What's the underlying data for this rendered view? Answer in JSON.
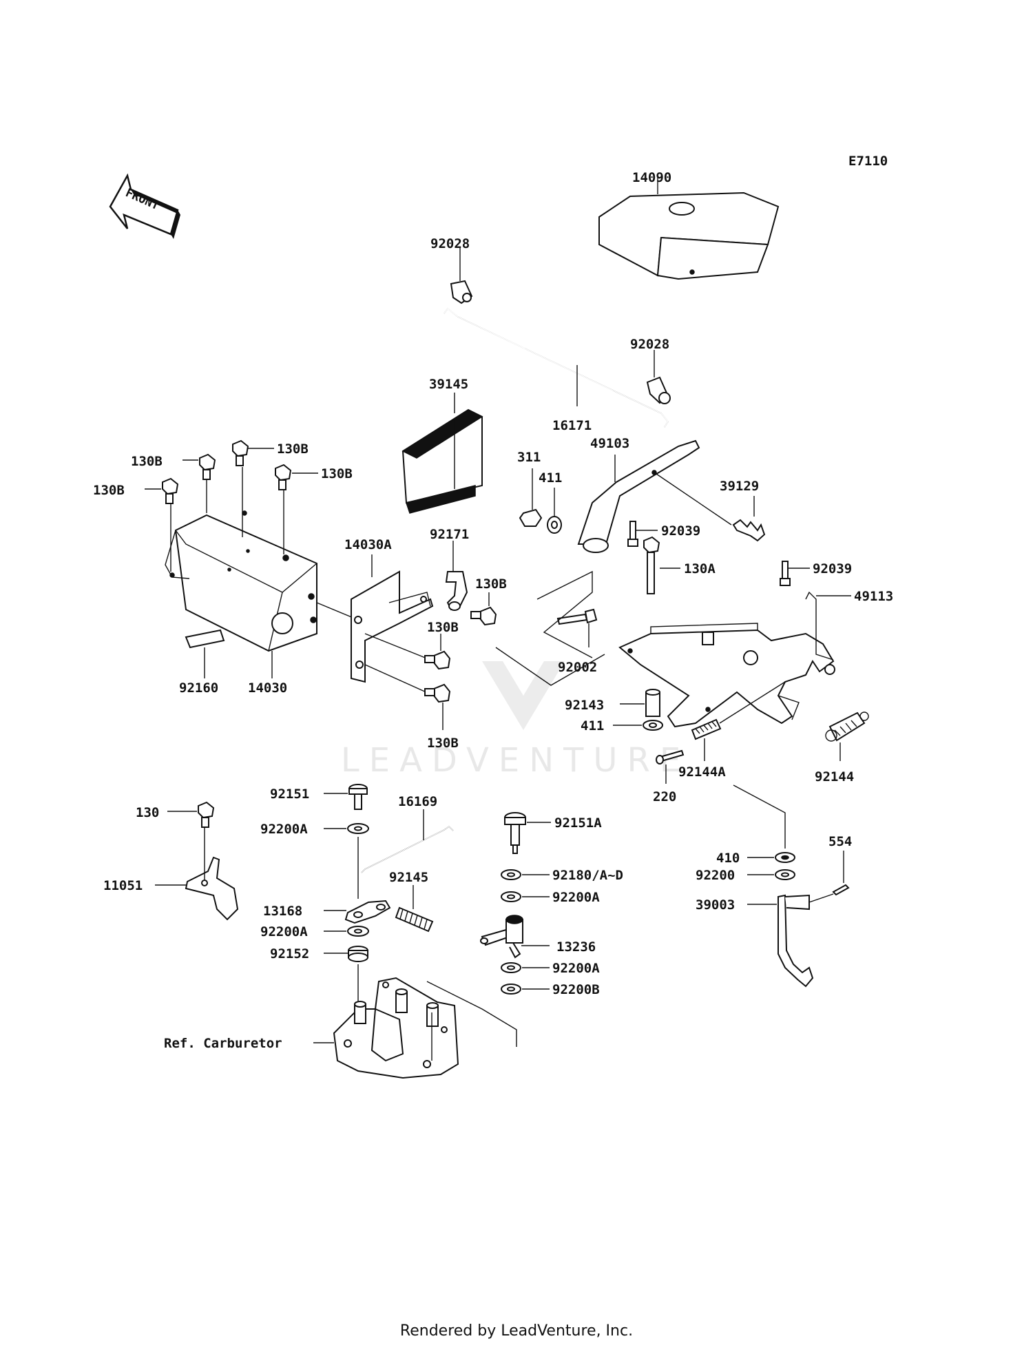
{
  "diagram": {
    "code": "E7110",
    "front_arrow_label": "FRONT",
    "watermark": "LEADVENTURE",
    "labels": {
      "p14090": "14090",
      "p92028a": "92028",
      "p92028b": "92028",
      "p39145": "39145",
      "p16171": "16171",
      "p49103": "49103",
      "p311": "311",
      "p411a": "411",
      "p39129": "39129",
      "p92039a": "92039",
      "p92039b": "92039",
      "p130A": "130A",
      "p49113": "49113",
      "p130B_1": "130B",
      "p130B_2": "130B",
      "p130B_3": "130B",
      "p130B_4": "130B",
      "p130B_5": "130B",
      "p130B_6": "130B",
      "p130B_7": "130B",
      "p14030A": "14030A",
      "p92171": "92171",
      "p92002": "92002",
      "p92160": "92160",
      "p14030": "14030",
      "p92143": "92143",
      "p411b": "411",
      "p220": "220",
      "p92144A": "92144A",
      "p92144": "92144",
      "p130": "130",
      "p11051": "11051",
      "p92151": "92151",
      "p92200A_1": "92200A",
      "p16169": "16169",
      "p92145": "92145",
      "p13168": "13168",
      "p92200A_2": "92200A",
      "p92152": "92152",
      "pRefCarb": "Ref. Carburetor",
      "p92151A": "92151A",
      "p92180": "92180/A~D",
      "p92200A_3": "92200A",
      "p13236": "13236",
      "p92200A_4": "92200A",
      "p92200B": "92200B",
      "p410": "410",
      "p554": "554",
      "p92200": "92200",
      "p39003": "39003"
    }
  },
  "footer": {
    "text": "Rendered by LeadVenture, Inc."
  }
}
